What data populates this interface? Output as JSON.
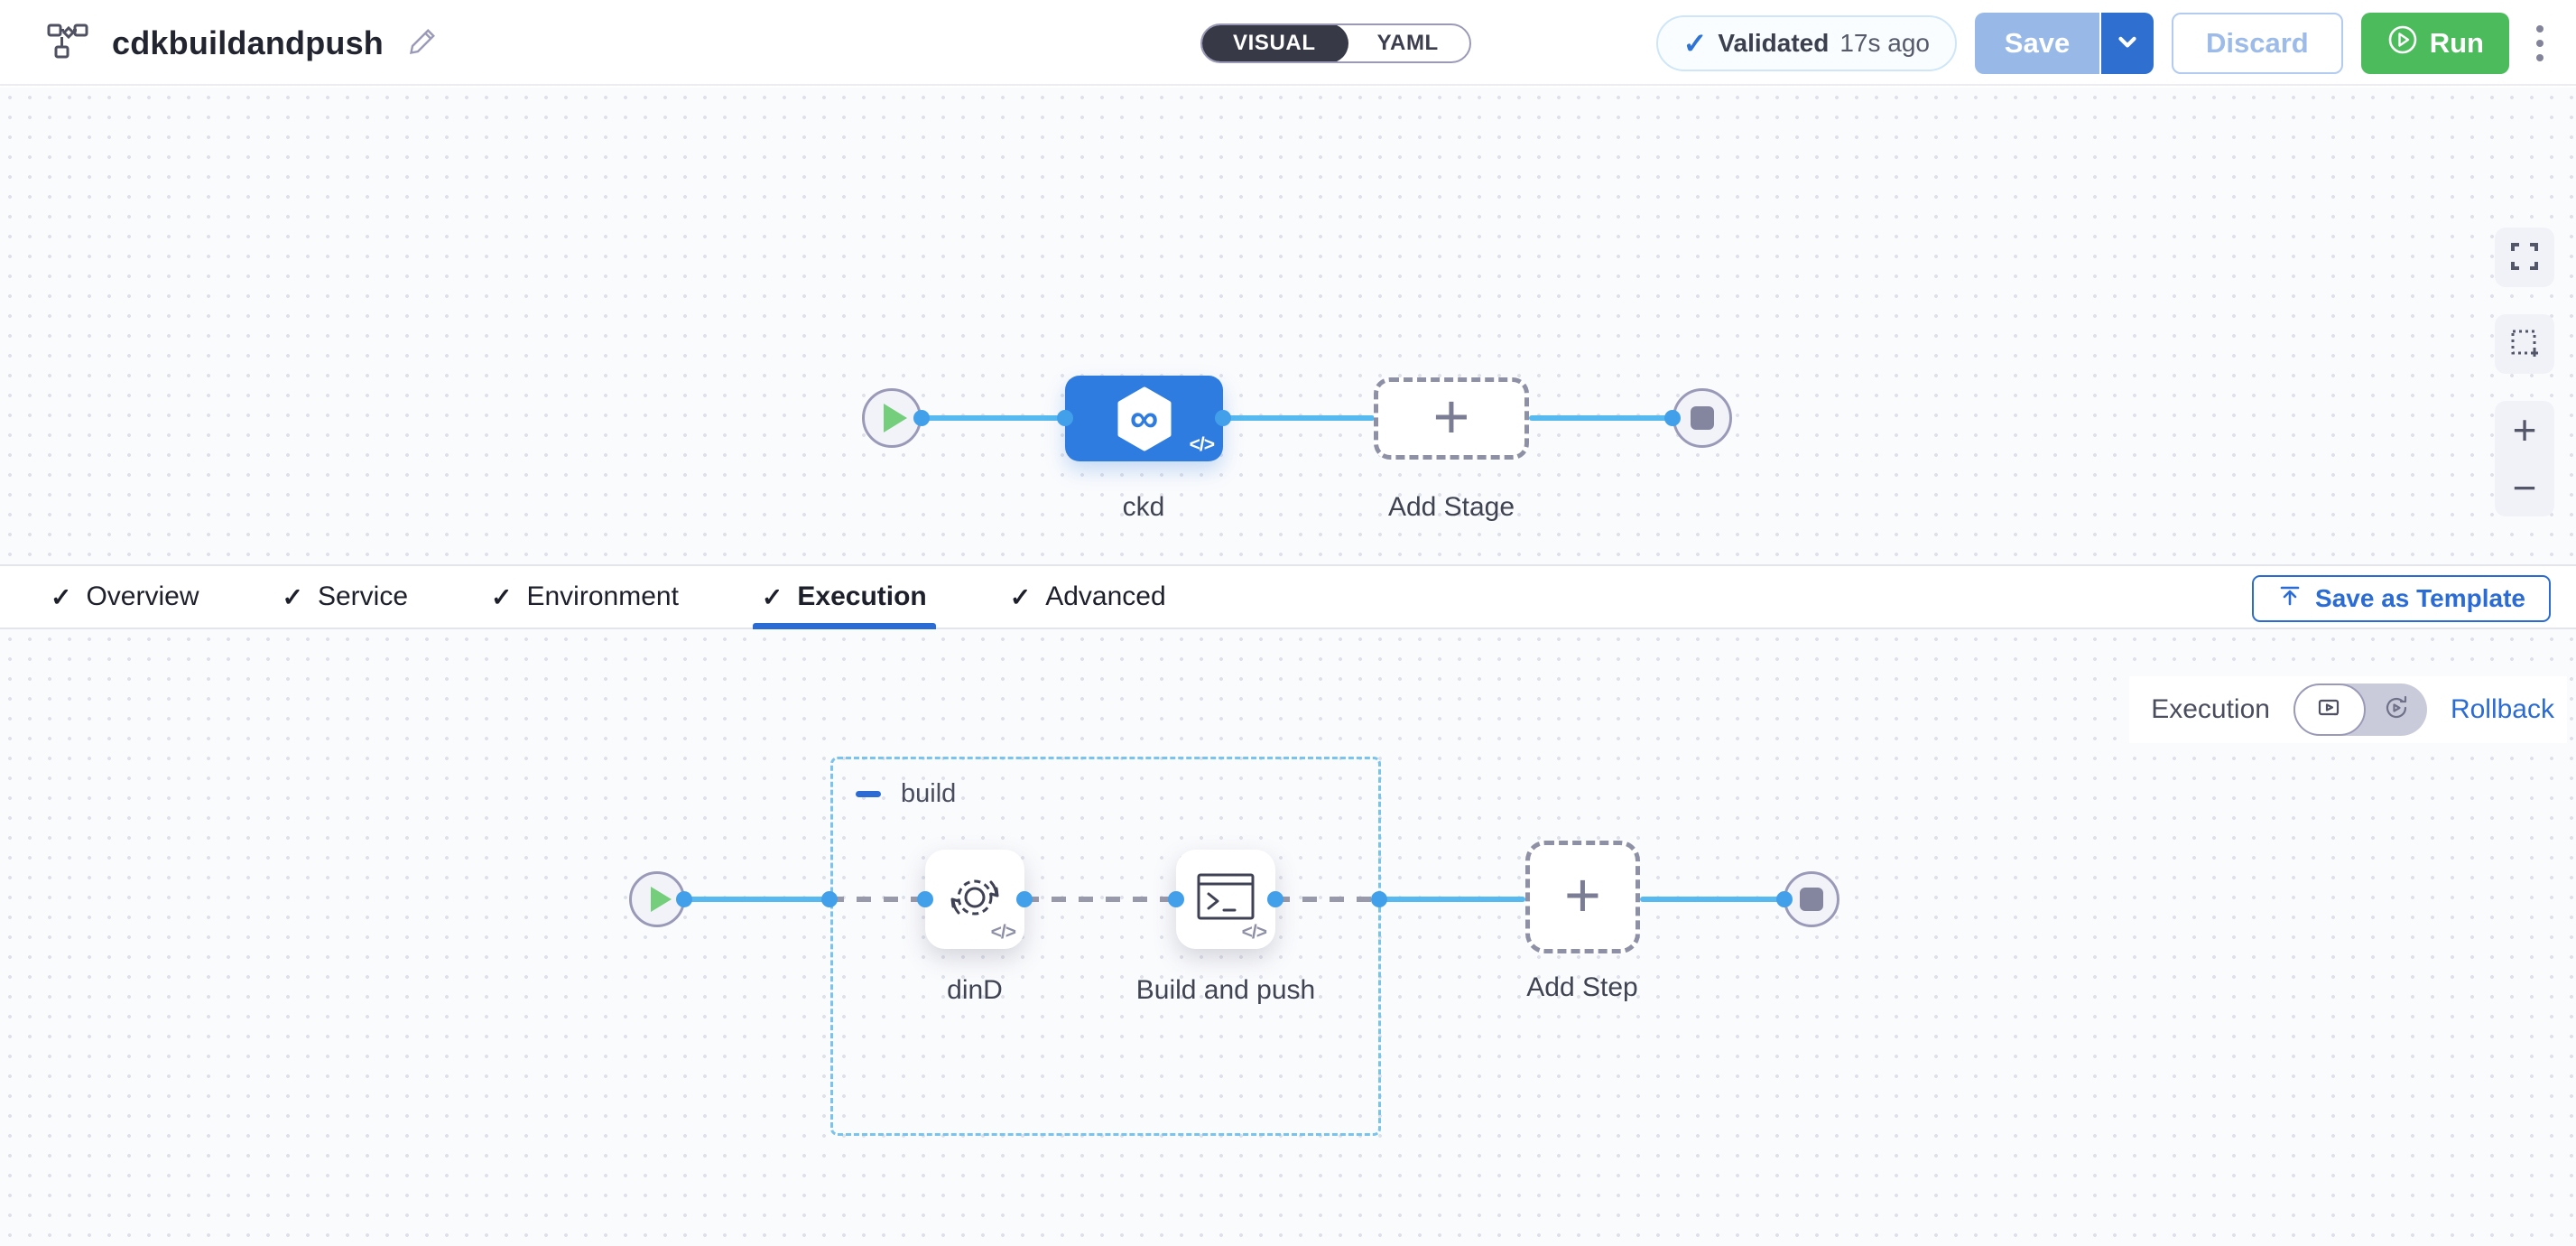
{
  "header": {
    "title": "cdkbuildandpush",
    "mode_toggle": {
      "visual_label": "VISUAL",
      "yaml_label": "YAML",
      "selected": "VISUAL"
    },
    "validation_badge": {
      "status": "Validated",
      "time_ago": "17s ago"
    },
    "save_button": "Save",
    "discard_button": "Discard",
    "run_button": "Run"
  },
  "icons": {
    "check": "✓",
    "plus": "+",
    "minus": "−",
    "infinity": "∞",
    "code": "</>"
  },
  "stage_canvas": {
    "stage_name": "ckd",
    "add_stage_label": "Add Stage"
  },
  "tabs": [
    {
      "label": "Overview",
      "completed": true,
      "active": false
    },
    {
      "label": "Service",
      "completed": true,
      "active": false
    },
    {
      "label": "Environment",
      "completed": true,
      "active": false
    },
    {
      "label": "Execution",
      "completed": true,
      "active": true
    },
    {
      "label": "Advanced",
      "completed": true,
      "active": false
    }
  ],
  "toolbar": {
    "save_as_template": "Save as Template"
  },
  "execution_canvas": {
    "view_label": "Execution",
    "rollback_label": "Rollback",
    "group_name": "build",
    "steps": [
      {
        "name": "dinD"
      },
      {
        "name": "Build and push"
      }
    ],
    "add_step_label": "Add Step"
  },
  "colors": {
    "primary_blue": "#2b6cd4",
    "node_blue": "#2e7ce0",
    "edge_blue": "#56b9ef",
    "run_green": "#4cbb5c",
    "toggle_dark": "#383946"
  }
}
